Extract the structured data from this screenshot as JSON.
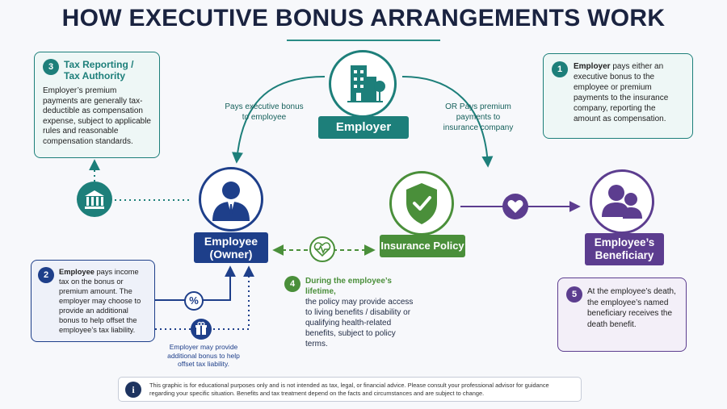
{
  "title": "HOW EXECUTIVE BONUS ARRANGEMENTS WORK",
  "nodes": {
    "employer": "Employer",
    "employee_line1": "Employee",
    "employee_line2": "(Owner)",
    "insurance": "Insurance Policy",
    "beneficiary_line1": "Employee’s",
    "beneficiary_line2": "Beneficiary"
  },
  "flows": {
    "pays_bonus": [
      "Pays executive bonus",
      "to employee"
    ],
    "pays_premium": [
      "OR Pays premium",
      "payments to",
      "insurance company"
    ],
    "extra_bonus": [
      "Employer may provide",
      "additional bonus to help",
      "offset tax liability."
    ]
  },
  "steps": {
    "s1": {
      "num": "1",
      "lead": "Employer",
      "text": " pays either an executive bonus to the employee or premium payments to the insurance company, reporting the amount as compensation."
    },
    "s2": {
      "num": "2",
      "lead": "Employee",
      "text": " pays income tax on the bonus or premium amount. The employer may choose to provide an additional bonus to help offset the employee’s tax liability."
    },
    "s3": {
      "num": "3",
      "title_line1": "Tax Reporting /",
      "title_line2": "Tax Authority",
      "text": "Employer’s premium payments are generally tax-deductible as compensation expense, subject to applicable rules and reasonable compensation standards."
    },
    "s4": {
      "num": "4",
      "lead": "During the employee’s lifetime,",
      "text": "the policy may provide access to living benefits / disability or qualifying health-related benefits, subject to policy terms."
    },
    "s5": {
      "num": "5",
      "text": "At the employee’s death, the employee’s named beneficiary receives the death benefit."
    }
  },
  "disclaimer": "This graphic is for educational purposes only and is not intended as tax, legal, or financial advice. Please consult your professional advisor for guidance regarding your specific situation. Benefits and tax treatment depend on the facts and circumstances and are subject to change.",
  "colors": {
    "teal": "#1d7f7a",
    "navy": "#1e3f8a",
    "green": "#4a8f3a",
    "purple": "#5c3d8f"
  },
  "icons": [
    "building-icon",
    "person-icon",
    "shield-check-icon",
    "people-icon",
    "bank-icon",
    "heart-icon",
    "heartbeat-icon",
    "percent-icon",
    "gift-icon",
    "info-icon"
  ]
}
